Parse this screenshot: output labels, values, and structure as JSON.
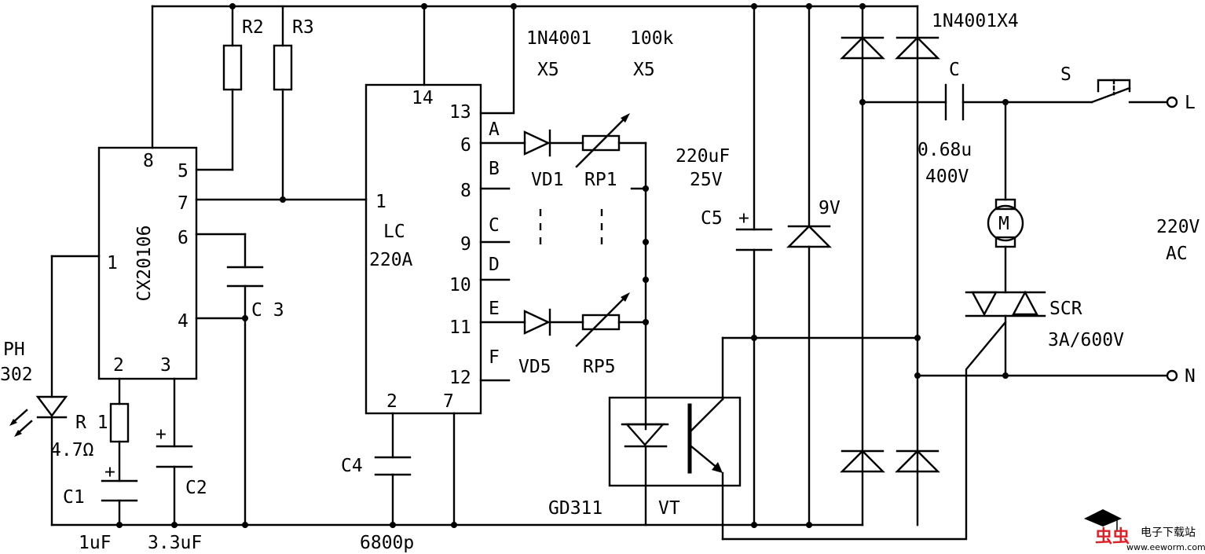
{
  "ic1": {
    "name": "CX20106",
    "pins": [
      "8",
      "5",
      "7",
      "6",
      "1",
      "4",
      "2",
      "3"
    ]
  },
  "ic2": {
    "name_line1": "LC",
    "name_line2": "220A",
    "pins": [
      "14",
      "13",
      "6",
      "8",
      "1",
      "9",
      "10",
      "11",
      "12",
      "2",
      "7"
    ]
  },
  "outputs": [
    "A",
    "B",
    "C",
    "D",
    "E",
    "F"
  ],
  "parts": {
    "R2": "R2",
    "R3": "R3",
    "C3": "C 3",
    "PH_line1": "PH",
    "PH_line2": "302",
    "R1": "R 1",
    "R1_val": "4.7Ω",
    "C1": "C1",
    "C1_val": "1uF",
    "C2": "C2",
    "C2_val": "3.3uF",
    "C4": "C4",
    "C4_val": "6800p",
    "diode_spec_line1": "1N4001",
    "diode_spec_line2": "X5",
    "pot_spec_line1": "100k",
    "pot_spec_line2": "X5",
    "VD1": "VD1",
    "RP1": "RP1",
    "VD5": "VD5",
    "RP5": "RP5",
    "C5": "C5",
    "C5_val_line1": "220uF",
    "C5_val_line2": "25V",
    "zener": "9V",
    "bridge": "1N4001X4",
    "C": "C",
    "C_val_line1": "0.68u",
    "C_val_line2": "400V",
    "S": "S",
    "L": "L",
    "N": "N",
    "motor": "M",
    "mains_line1": "220V",
    "mains_line2": "AC",
    "SCR_line1": "SCR",
    "SCR_line2": "3A/600V",
    "GD311": "GD311",
    "VT": "VT"
  },
  "watermark": {
    "brand": "虫虫",
    "site_cn": "电子下载站",
    "url": "www.eeworm.com"
  },
  "colors": {
    "ink": "#000000",
    "paper": "#ffffff",
    "watermark_red": "#d9232b"
  }
}
